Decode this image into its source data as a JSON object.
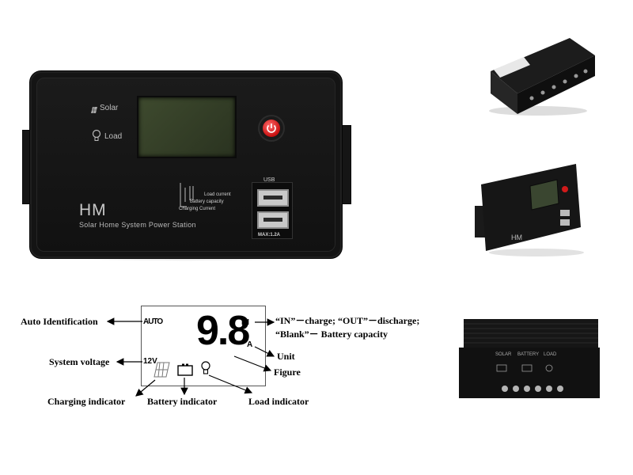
{
  "controller": {
    "solar_label": "Solar",
    "load_label": "Load",
    "brand": "HM",
    "tagline": "Solar  Home System Power Station",
    "usb_label": "USB",
    "usb_max": "MAX:1.2A",
    "legend": {
      "load_current": "Load current",
      "battery_capacity": "Battery capacity",
      "charging_current": "Charging Current"
    }
  },
  "thumbnails": {
    "mid_brand": "HM",
    "bottom_terminal_labels": [
      "SOLAR",
      "BATTERY",
      "LOAD"
    ]
  },
  "diagram": {
    "lcd": {
      "mode": "AUTO",
      "figure": "9.8",
      "in_indicator": "IN",
      "unit": "A",
      "voltage": "12V"
    },
    "labels": {
      "auto_identification": "Auto Identification",
      "system_voltage": "System voltage",
      "charging_indicator": "Charging indicator",
      "battery_indicator": "Battery indicator",
      "load_indicator": "Load indicator",
      "unit": "Unit",
      "figure": "Figure",
      "status_line1": "“IN”－charge; “OUT”－discharge;",
      "status_line2": "“Blank”－ Battery capacity"
    }
  },
  "colors": {
    "case": "#141414",
    "lcd": "#34402a",
    "power_button": "#d11a1a"
  }
}
